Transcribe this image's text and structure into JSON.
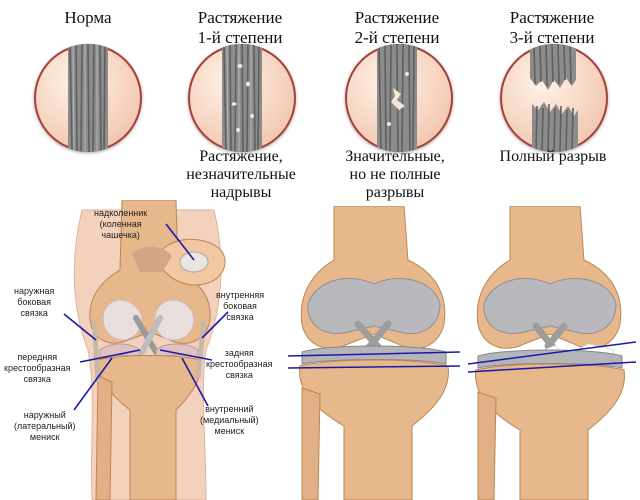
{
  "stages": [
    {
      "title": "Норма",
      "description": ""
    },
    {
      "title": "Растяжение\n1-й степени",
      "description": "Растяжение,\nнезначительные\nнадрывы"
    },
    {
      "title": "Растяжение\n2-й степени",
      "description": "Значительные,\nно не полные\nразрывы"
    },
    {
      "title": "Растяжение\n3-й степени",
      "description": "Полный разрыв"
    }
  ],
  "anatomy_labels": {
    "patella": "надколенник\n(коленная\nчашечка)",
    "lateral_collateral": "наружная\nбоковая\nсвязка",
    "medial_collateral": "внутренняя\nбоковая\nсвязка",
    "anterior_cruciate": "передняя\nкрестообразная\nсвязка",
    "posterior_cruciate": "задняя\nкрестообразная\nсвязка",
    "lateral_meniscus": "наружный\n(латеральный)\nмениск",
    "medial_meniscus": "внутренний\n(медиальный)\nмениск"
  },
  "colors": {
    "skin": "#f3d2bd",
    "bone": "#e7b88c",
    "cartilage": "#b9b9bd",
    "ligament": "#b2b2b2",
    "pointer_line": "#1a1aa8",
    "circle_border": "#a63f3a"
  }
}
